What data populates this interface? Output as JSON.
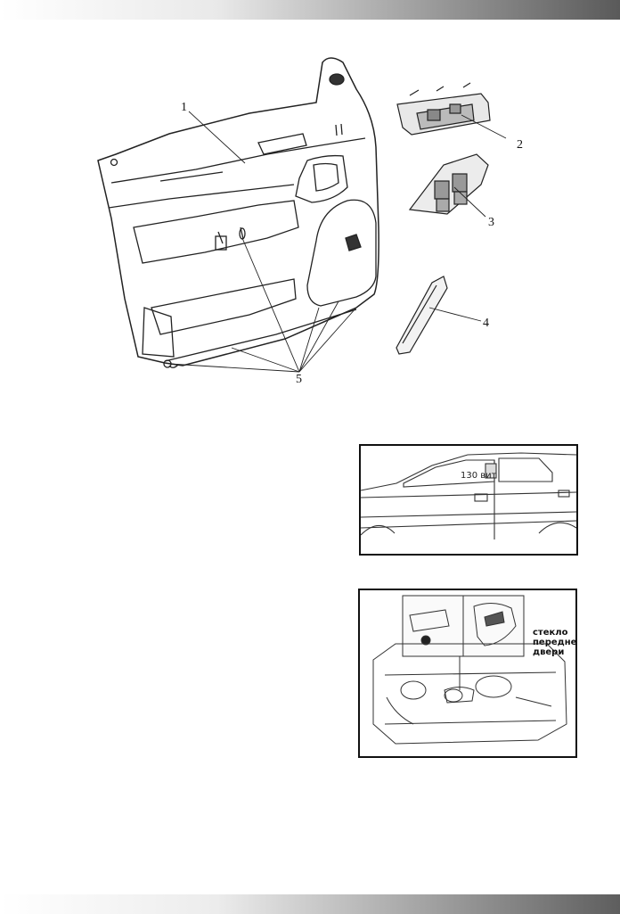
{
  "figure": {
    "callouts": [
      "1",
      "2",
      "3",
      "4",
      "5"
    ]
  },
  "photo_1": {
    "label": "130 вит"
  },
  "photo_2": {
    "glass_label": "стекло передней двери"
  }
}
